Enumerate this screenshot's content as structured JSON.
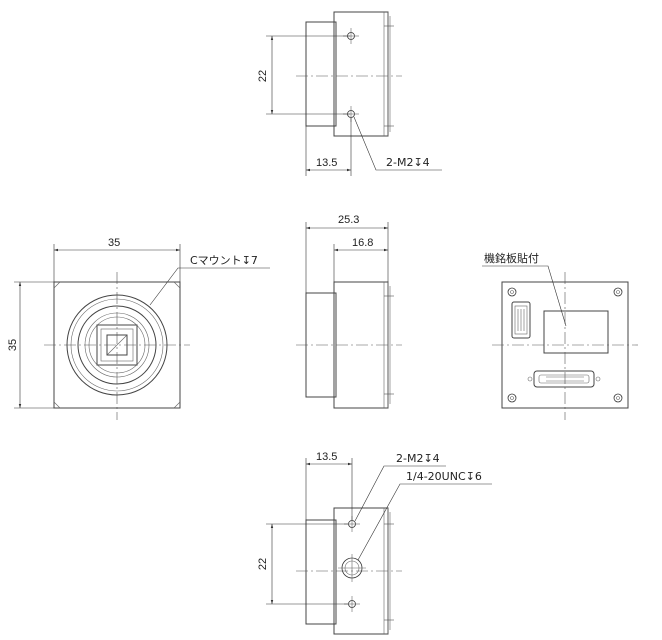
{
  "views": {
    "top": {
      "dim_height": "22",
      "dim_depth": "13.5",
      "note_holes": "2-M2↧4"
    },
    "front": {
      "dim_width": "35",
      "dim_height": "35",
      "note_mount": "Cマウント↧7"
    },
    "side": {
      "dim_total": "25.3",
      "dim_body": "16.8"
    },
    "rear": {
      "note_plate": "機銘板貼付"
    },
    "bottom": {
      "dim_depth": "13.5",
      "note_holes": "2-M2↧4",
      "note_tripod": "1/4-20UNC↧6",
      "dim_height": "22"
    }
  },
  "colors": {
    "line": "#444444",
    "background": "#ffffff"
  }
}
